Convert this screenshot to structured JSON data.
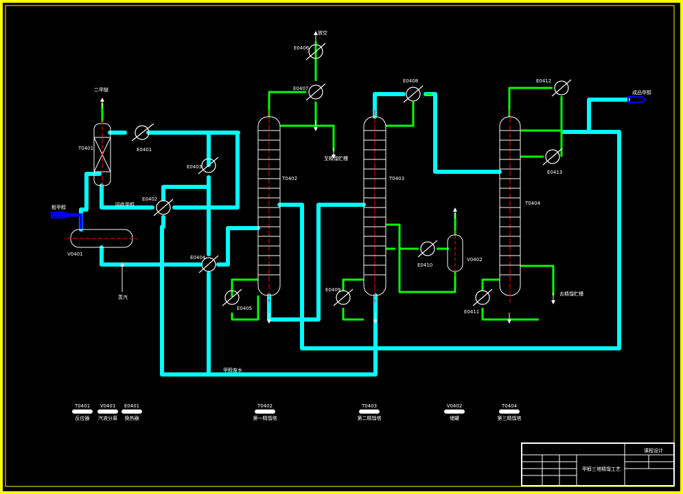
{
  "colors": {
    "background": "#000000",
    "frame": "#ffff00",
    "main_pipe": "#00ffff",
    "aux_pipe": "#00ff00",
    "feed_pipe": "#0000ff",
    "equipment": "#ffffff",
    "centerline": "#ff0000"
  },
  "equipment": {
    "t0401": "T0401",
    "v0401": "V0401",
    "t0402": "T0402",
    "t0403": "T0403",
    "t0404": "T0404",
    "v0402": "V0402",
    "e0401": "E0401",
    "e0402": "E0402",
    "e0403": "E0403",
    "e0404": "E0404",
    "e0405": "E0405",
    "e0406": "E0406",
    "e0407": "E0407",
    "e0408": "E0408",
    "e0409": "E0409",
    "e0410": "E0410",
    "e0411": "E0411",
    "e0412": "E0412",
    "e0413": "E0413"
  },
  "streams": {
    "dimethyl_ether": "二甲醚",
    "crude_methanol": "粗甲醇",
    "vent": "放空",
    "steam": "蒸汽",
    "recycle_methanol": "回收甲醇",
    "to_tank_1": "至精馏贮槽",
    "to_tank_2": "去精馏贮槽",
    "product_methanol": "成品甲醇",
    "waste_water": "甲醇废水"
  },
  "legend": [
    {
      "tag": "T0401",
      "name": "反应器"
    },
    {
      "tag": "V0401",
      "name": "汽液分离"
    },
    {
      "tag": "E0401",
      "name": "换热器"
    },
    {
      "tag": "T0402",
      "name": "第一精馏塔"
    },
    {
      "tag": "T0403",
      "name": "第二精馏塔"
    },
    {
      "tag": "V0402",
      "name": "储罐"
    },
    {
      "tag": "T0404",
      "name": "第三精馏塔"
    }
  ],
  "title_block": {
    "drawing_title": "甲醇三塔精馏工艺",
    "course_label": "课程设计"
  }
}
